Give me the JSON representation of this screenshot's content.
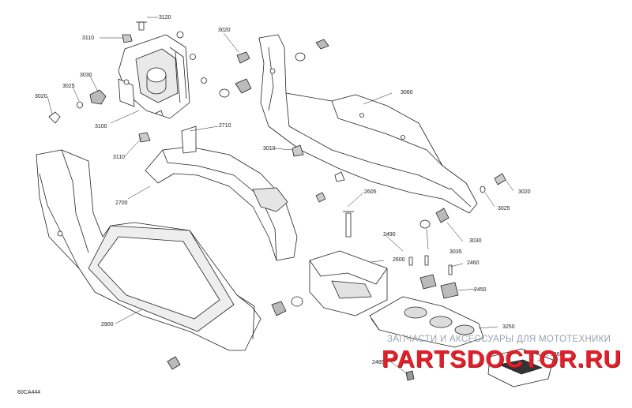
{
  "diagram": {
    "callouts": [
      {
        "id": "c3120",
        "text": "3120"
      },
      {
        "id": "c3110a",
        "text": "3110"
      },
      {
        "id": "c3030a",
        "text": "3030"
      },
      {
        "id": "c3025a",
        "text": "3025"
      },
      {
        "id": "c3020a",
        "text": "3020"
      },
      {
        "id": "c3100",
        "text": "3100"
      },
      {
        "id": "c3110b",
        "text": "3110"
      },
      {
        "id": "c3020b",
        "text": "3020"
      },
      {
        "id": "c3060",
        "text": "3060"
      },
      {
        "id": "c2710",
        "text": "2710"
      },
      {
        "id": "c3010",
        "text": "3010"
      },
      {
        "id": "c2700",
        "text": "2700"
      },
      {
        "id": "c2605",
        "text": "2605"
      },
      {
        "id": "c3020c",
        "text": "3020"
      },
      {
        "id": "c3025b",
        "text": "3025"
      },
      {
        "id": "c3030b",
        "text": "3030"
      },
      {
        "id": "c3035",
        "text": "3035"
      },
      {
        "id": "c2490",
        "text": "2490"
      },
      {
        "id": "c2600",
        "text": "2600"
      },
      {
        "id": "c2460",
        "text": "2460"
      },
      {
        "id": "c2450",
        "text": "2450"
      },
      {
        "id": "c2900",
        "text": "2900"
      },
      {
        "id": "c3250",
        "text": "3250"
      },
      {
        "id": "c3260",
        "text": "3260"
      },
      {
        "id": "c2485",
        "text": "2485"
      }
    ],
    "drawing_code": "60CA444"
  },
  "watermark": {
    "tagline": "ЗАПЧАСТИ И АКСЕССУАРЫ ДЛЯ МОТОТЕХНИКИ",
    "logo": "PARTSDOCTOR.RU"
  },
  "colors": {
    "line": "#222222",
    "fill": "#ffffff",
    "shade": "#d9d9d9",
    "logo": "#e2202a",
    "tagline": "#9aa3ab"
  }
}
